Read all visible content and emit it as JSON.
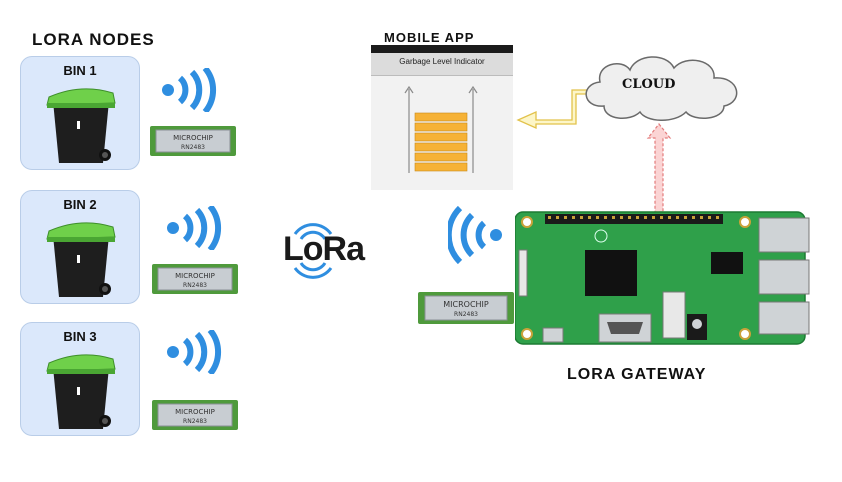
{
  "nodes_title": "LORA NODES",
  "bins": [
    {
      "label": "BIN 1"
    },
    {
      "label": "BIN 2"
    },
    {
      "label": "BIN 3"
    }
  ],
  "module_brand": "MICROCHIP",
  "module_model": "RN2483",
  "app_title": "MOBILE APP",
  "app_screen_title": "Garbage Level Indicator",
  "garbage_level_bars": 6,
  "cloud_label": "CLOUD",
  "lora_logo": "LoRa",
  "gateway_title": "LORA GATEWAY",
  "colors": {
    "bin_lid": "#6fd04a",
    "bin_body": "#1e1e1e",
    "card_bg": "#dbe8fb",
    "wifi": "#2f8ee0",
    "pcb": "#2fa04a",
    "level_bar": "#f6b236",
    "cloud_arrow": "#f3a9a9",
    "app_arrow": "#f6e59a"
  }
}
